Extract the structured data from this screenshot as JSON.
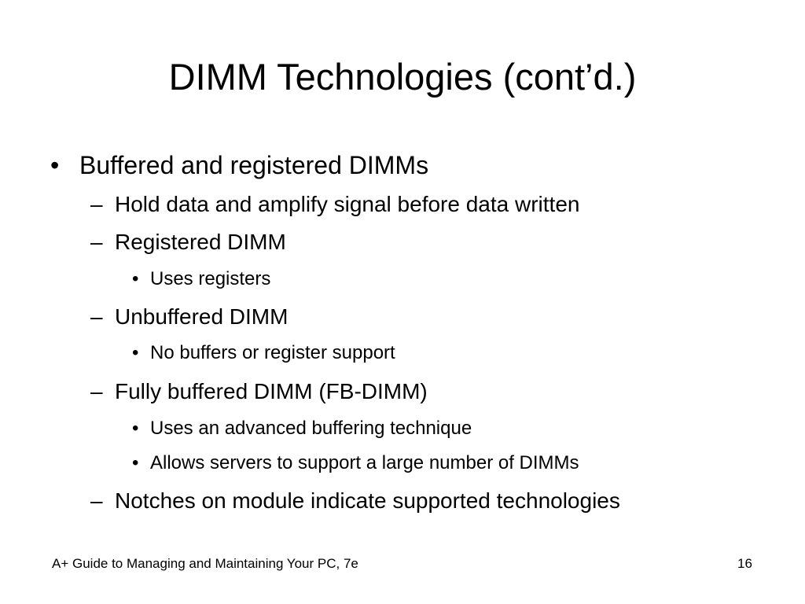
{
  "slide": {
    "title": "DIMM Technologies (cont’d.)",
    "bullets": {
      "main": "Buffered and registered DIMMs",
      "hold_data": "Hold data and amplify signal before data written",
      "registered": "Registered DIMM",
      "uses_registers": "Uses registers",
      "unbuffered": "Unbuffered DIMM",
      "no_buffers": "No buffers or register support",
      "fully_buffered": "Fully buffered DIMM (FB-DIMM)",
      "advanced_buffering": "Uses an advanced buffering technique",
      "allows_servers": "Allows servers to support a large number of DIMMs",
      "notches": "Notches on module indicate supported technologies"
    },
    "markers": {
      "level1": "•",
      "level2": "–",
      "level3": "•"
    }
  },
  "footer": {
    "left": "A+ Guide to Managing and Maintaining Your PC, 7e",
    "page_number": "16"
  }
}
